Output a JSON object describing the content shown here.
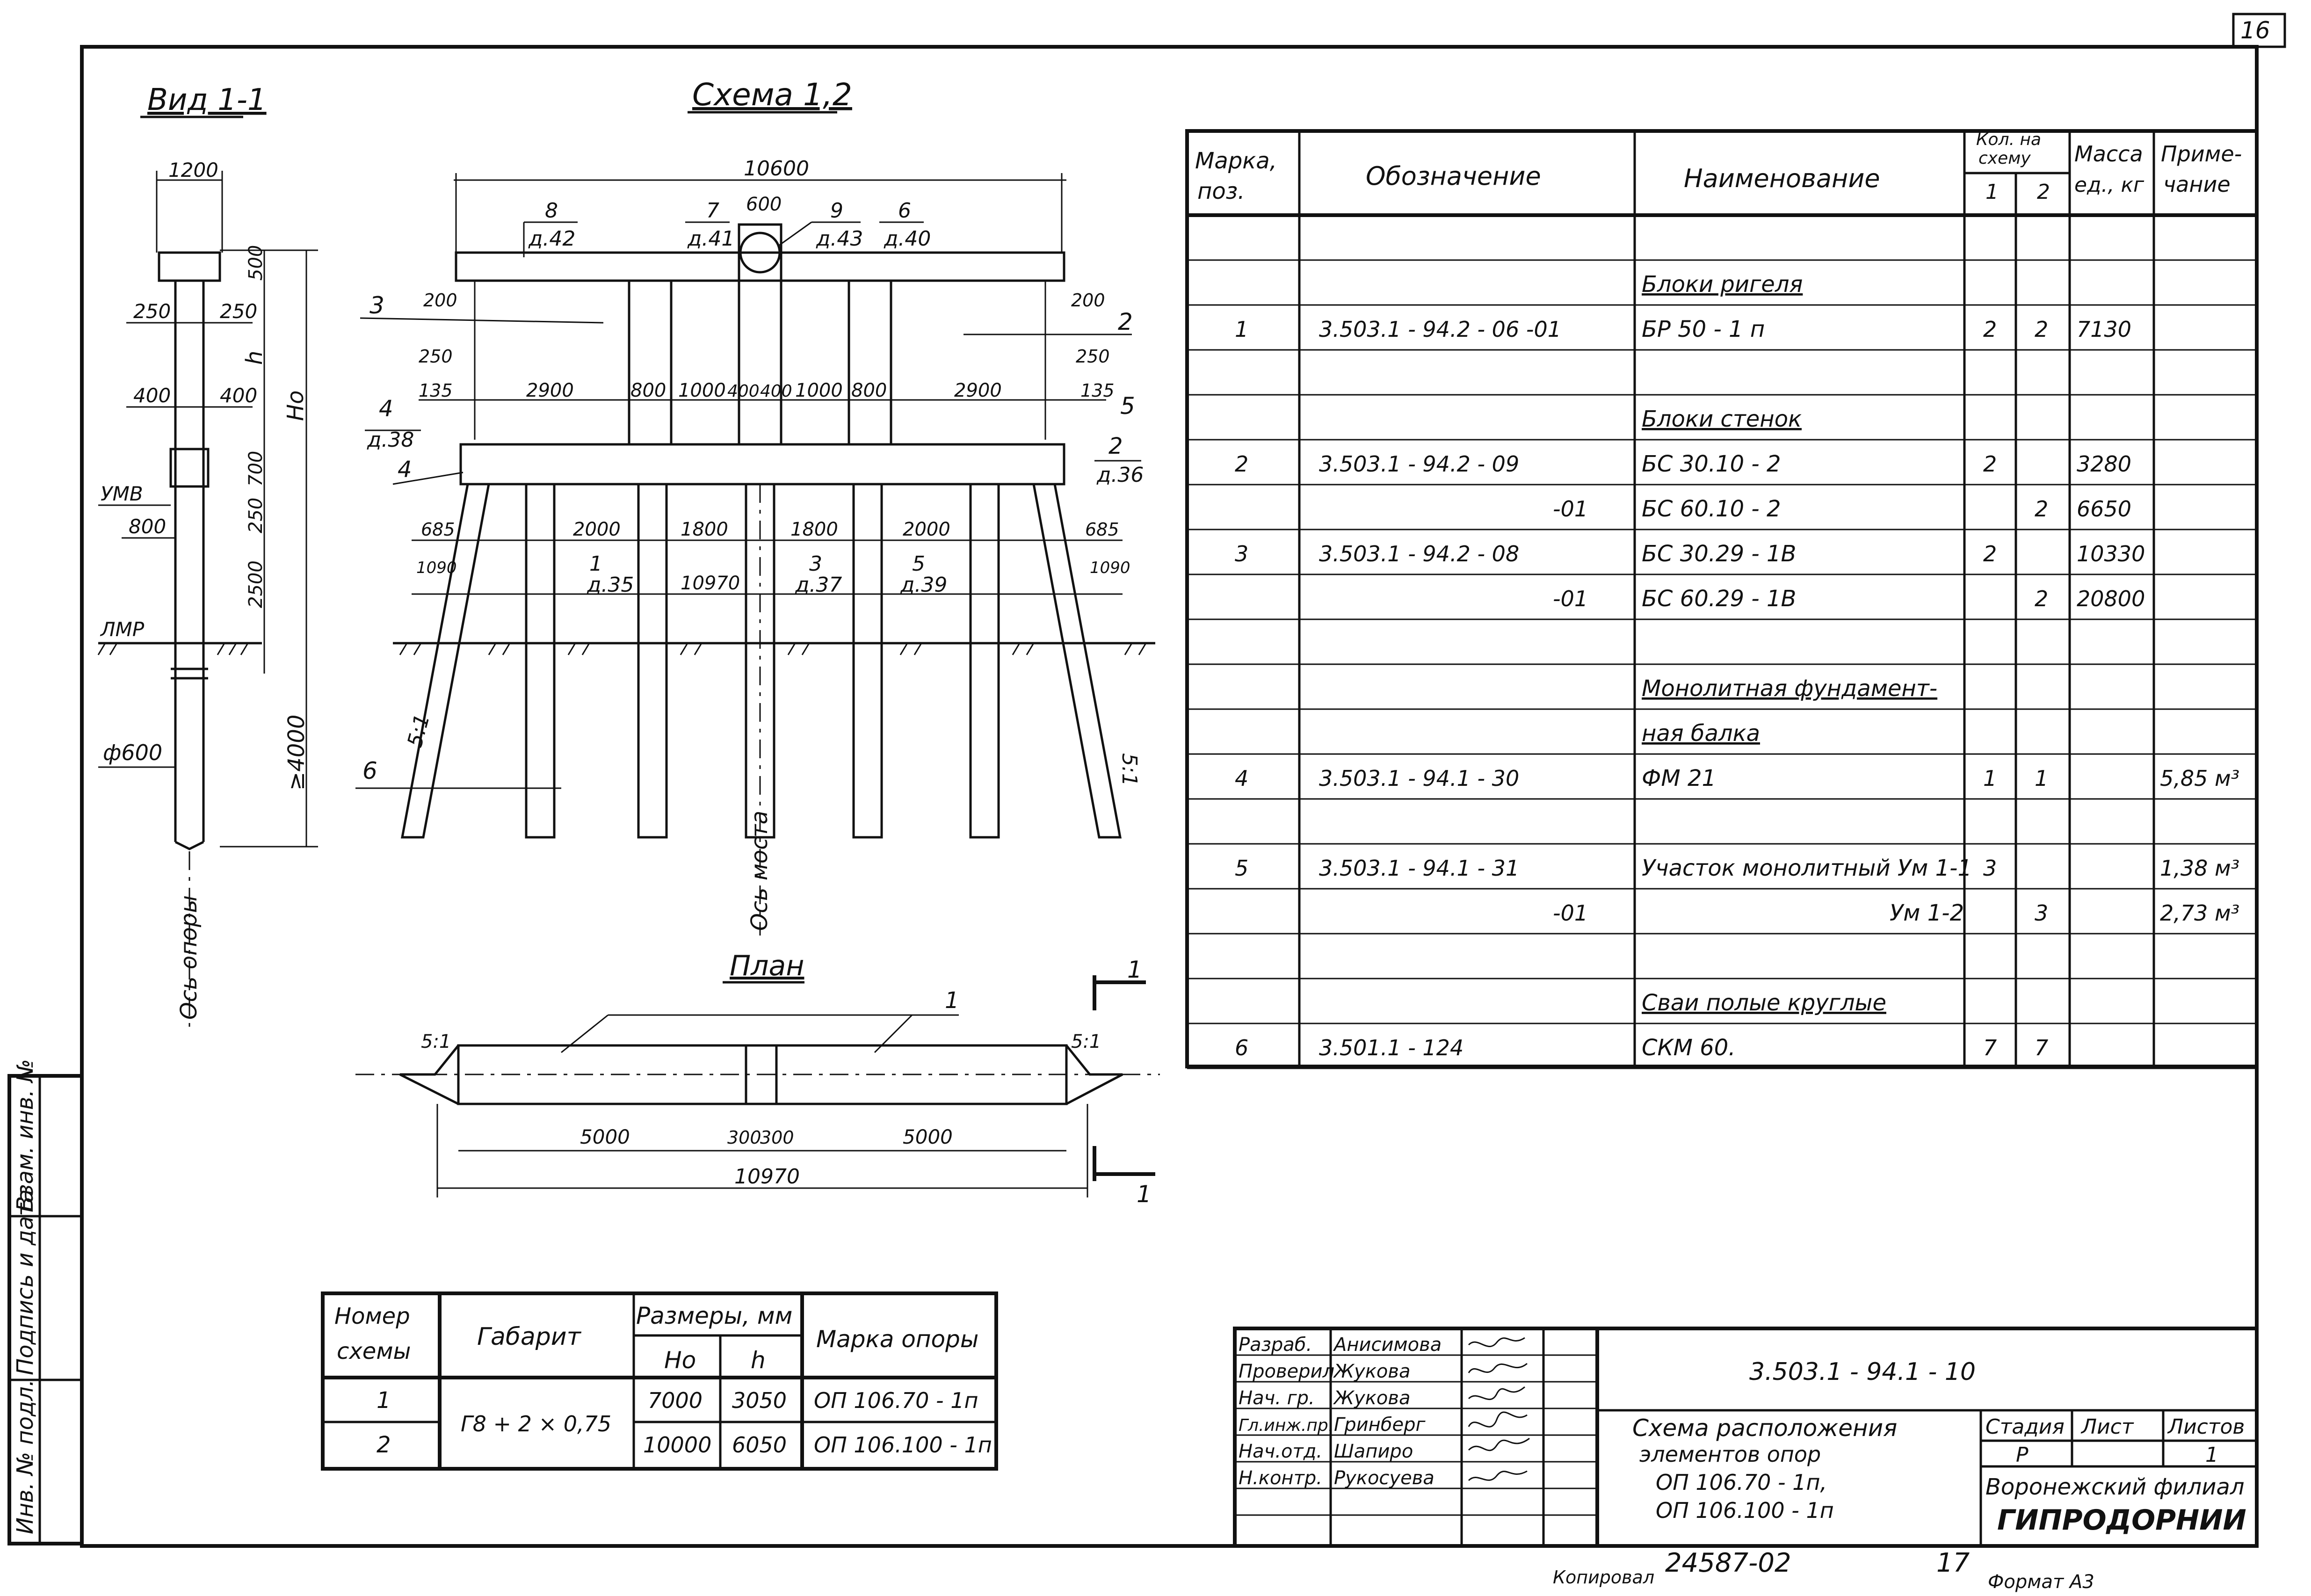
{
  "view_title": "Вид 1-1",
  "scheme_title": "Схема 1,2",
  "plan_title": "План",
  "view_dims": {
    "top_width": "1200",
    "side_left": "250",
    "side_right": "250",
    "mid_left": "400",
    "mid_right": "400",
    "umv": "УМВ",
    "umv_offset": "800",
    "lmr": "ЛМР",
    "pile_dia": "ф600",
    "h500": "500",
    "h": "h",
    "H0": "Hо",
    "h700": "700",
    "h250": "250",
    "h2500": "2500",
    "h4000": "≥4000",
    "axis": "Ось опоры"
  },
  "scheme_dims": {
    "total": "10600",
    "mark_8": "8",
    "mark_7": "7",
    "mark_9": "9",
    "mark_6": "6",
    "ref_42": "д.42",
    "ref_41": "д.41",
    "ref_43": "д.43",
    "ref_40": "д.40",
    "w600": "600",
    "pos_3": "3",
    "pos_2": "2",
    "d200l": "200",
    "d200r": "200",
    "d250l": "250",
    "d250r": "250",
    "d135l": "135",
    "d135r": "135",
    "pos_5": "5",
    "d2900l": "2900",
    "d800l": "800",
    "d1000l": "1000",
    "d400l": "400",
    "d400r": "400",
    "d1000r": "1000",
    "d800r": "800",
    "d2900r": "2900",
    "pos_4a": "4",
    "ref_38": "д.38",
    "pos_4b": "4",
    "pos_2b": "2",
    "ref_36": "д.36",
    "d685l": "685",
    "d2000l": "2000",
    "d1800l": "1800",
    "d1800r": "1800",
    "d2000r": "2000",
    "d685r": "685",
    "d1090l": "1090",
    "d1090r": "1090",
    "pos_1": "1",
    "ref_35": "д.35",
    "d10970": "10970",
    "pos_3b": "3",
    "ref_37": "д.37",
    "pos_5b": "5",
    "ref_39": "д.39",
    "slope_l": "5:1",
    "slope_r": "5:1",
    "pos_6": "6",
    "axis": "Ось моста"
  },
  "plan_dims": {
    "pos_1": "1",
    "slope_l": "5:1",
    "slope_r": "5:1",
    "d5000l": "5000",
    "d300l": "300",
    "d300r": "300",
    "d5000r": "5000",
    "total": "10970",
    "cut_top": "1",
    "cut_bottom": "1"
  },
  "spec_table": {
    "headers": {
      "mark": "Марка, поз.",
      "designation": "Обозначение",
      "name": "Наименование",
      "qty": "Кол. на схему",
      "qty1": "1",
      "qty2": "2",
      "mass": "Масса ед., кг",
      "note": "Приме- чание"
    },
    "rows": [
      {
        "pos": "",
        "des": "",
        "name": "",
        "q1": "",
        "q2": "",
        "mass": "",
        "note": ""
      },
      {
        "pos": "",
        "des": "",
        "name": "Блоки ригеля",
        "q1": "",
        "q2": "",
        "mass": "",
        "note": ""
      },
      {
        "pos": "1",
        "des": "3.503.1 - 94.2 - 06  -01",
        "name": "БР 50 - 1 п",
        "q1": "2",
        "q2": "2",
        "mass": "7130",
        "note": ""
      },
      {
        "pos": "",
        "des": "",
        "name": "",
        "q1": "",
        "q2": "",
        "mass": "",
        "note": ""
      },
      {
        "pos": "",
        "des": "",
        "name": "Блоки стенок",
        "q1": "",
        "q2": "",
        "mass": "",
        "note": ""
      },
      {
        "pos": "2",
        "des": "3.503.1 - 94.2 - 09",
        "name": "БС 30.10 - 2",
        "q1": "2",
        "q2": "",
        "mass": "3280",
        "note": ""
      },
      {
        "pos": "",
        "des": "-01",
        "name": "БС 60.10 - 2",
        "q1": "",
        "q2": "2",
        "mass": "6650",
        "note": ""
      },
      {
        "pos": "3",
        "des": "3.503.1 - 94.2 - 08",
        "name": "БС 30.29 - 1В",
        "q1": "2",
        "q2": "",
        "mass": "10330",
        "note": ""
      },
      {
        "pos": "",
        "des": "-01",
        "name": "БС 60.29 - 1В",
        "q1": "",
        "q2": "2",
        "mass": "20800",
        "note": ""
      },
      {
        "pos": "",
        "des": "",
        "name": "",
        "q1": "",
        "q2": "",
        "mass": "",
        "note": ""
      },
      {
        "pos": "",
        "des": "",
        "name": "Монолитная фундамент-",
        "q1": "",
        "q2": "",
        "mass": "",
        "note": ""
      },
      {
        "pos": "",
        "des": "",
        "name": "ная балка",
        "q1": "",
        "q2": "",
        "mass": "",
        "note": ""
      },
      {
        "pos": "4",
        "des": "3.503.1 - 94.1 - 30",
        "name": "ФМ 21",
        "q1": "1",
        "q2": "1",
        "mass": "",
        "note": "5,85 м³"
      },
      {
        "pos": "",
        "des": "",
        "name": "",
        "q1": "",
        "q2": "",
        "mass": "",
        "note": ""
      },
      {
        "pos": "5",
        "des": "3.503.1 - 94.1 - 31",
        "name": "Участок монолитный Ум 1-1",
        "q1": "3",
        "q2": "",
        "mass": "",
        "note": "1,38 м³"
      },
      {
        "pos": "",
        "des": "-01",
        "name": "Ум 1-2",
        "q1": "",
        "q2": "3",
        "mass": "",
        "note": "2,73 м³"
      },
      {
        "pos": "",
        "des": "",
        "name": "",
        "q1": "",
        "q2": "",
        "mass": "",
        "note": ""
      },
      {
        "pos": "",
        "des": "",
        "name": "Сваи полые круглые",
        "q1": "",
        "q2": "",
        "mass": "",
        "note": ""
      },
      {
        "pos": "6",
        "des": "3.501.1 - 124",
        "name": "СКМ 60.",
        "q1": "7",
        "q2": "7",
        "mass": "",
        "note": ""
      }
    ]
  },
  "size_table": {
    "headers": {
      "scheme": "Номер схемы",
      "gabarit": "Габарит",
      "sizes": "Размеры, мм",
      "H0": "Hо",
      "h": "h",
      "mark": "Марка опоры"
    },
    "gabarit_value": "Г8 + 2 × 0,75",
    "rows": [
      {
        "scheme": "1",
        "H0": "7000",
        "h": "3050",
        "mark": "ОП 106.70 - 1п"
      },
      {
        "scheme": "2",
        "H0": "10000",
        "h": "6050",
        "mark": "ОП 106.100 - 1п"
      }
    ]
  },
  "title_block": {
    "roles": [
      "Разраб.",
      "Проверил",
      "Нач. гр.",
      "Гл.инж.пр.",
      "Нач.отд.",
      "Н.контр."
    ],
    "names": [
      "Анисимова",
      "Жукова",
      "Жукова",
      "Гринберг",
      "Шапиро",
      "Рукосуева"
    ],
    "code": "3.503.1 - 94.1 - 10",
    "title_lines": [
      "Схема расположения",
      "элементов опор",
      "ОП 106.70 - 1п,",
      "ОП 106.100 - 1п"
    ],
    "stage_label": "Стадия",
    "sheet_label": "Лист",
    "sheets_label": "Листов",
    "stage_value": "Р",
    "sheet_value": "",
    "sheets_value": "1",
    "org_line1": "Воронежский филиал",
    "org_line2": "ГИПРОДОРНИИ"
  },
  "side_stamp": [
    "Инв. № подл.",
    "Подпись и дата",
    "Взам. инв. №"
  ],
  "corner_number": "16",
  "footer": {
    "copied": "Копировал",
    "number": "24587-02",
    "page": "17",
    "format": "Формат А3"
  }
}
